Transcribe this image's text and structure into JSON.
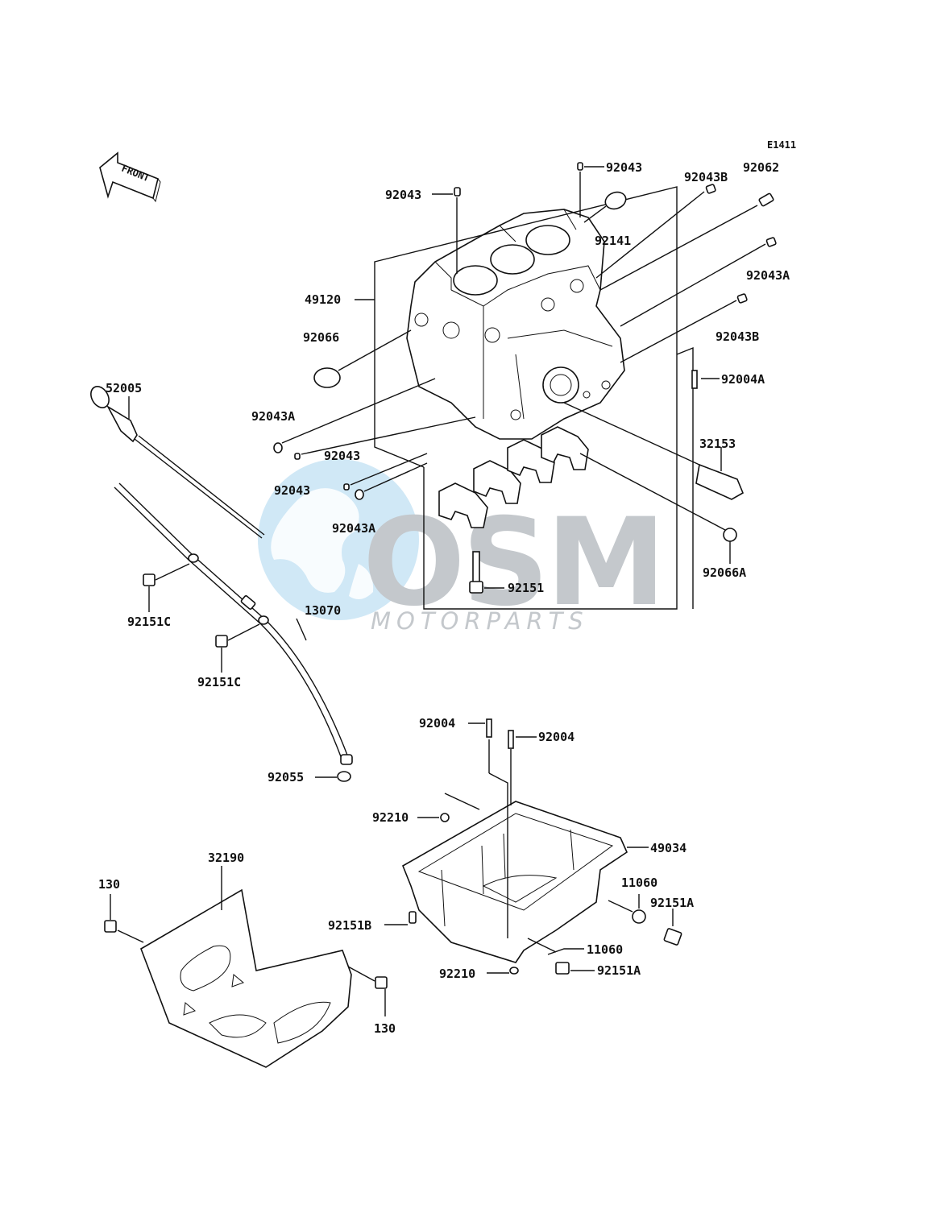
{
  "diagram_code": "E1411",
  "front_label": "FRONT",
  "watermark": {
    "brand": "OSM",
    "sub": "MOTORPARTS"
  },
  "labels": {
    "p92043_top": "92043",
    "p92043_left": "92043",
    "p92043B_top": "92043B",
    "p92062": "92062",
    "p92141": "92141",
    "p92043A_right": "92043A",
    "p49120": "49120",
    "p92066": "92066",
    "p92043B_mid": "92043B",
    "p92004A": "92004A",
    "p52005": "52005",
    "p92043A_left": "92043A",
    "p32153": "32153",
    "p92043_mid": "92043",
    "p92043_low": "92043",
    "p92043A_low": "92043A",
    "p92066A": "92066A",
    "p92151": "92151",
    "p92151C_a": "92151C",
    "p13070": "13070",
    "p92151C_b": "92151C",
    "p92055": "92055",
    "p92004_a": "92004",
    "p92004_b": "92004",
    "p92210_a": "92210",
    "p49034": "49034",
    "p32190": "32190",
    "p130_a": "130",
    "p11060_a": "11060",
    "p92151A_a": "92151A",
    "p92151B": "92151B",
    "p11060_b": "11060",
    "p92210_b": "92210",
    "p92151A_b": "92151A",
    "p130_b": "130"
  }
}
